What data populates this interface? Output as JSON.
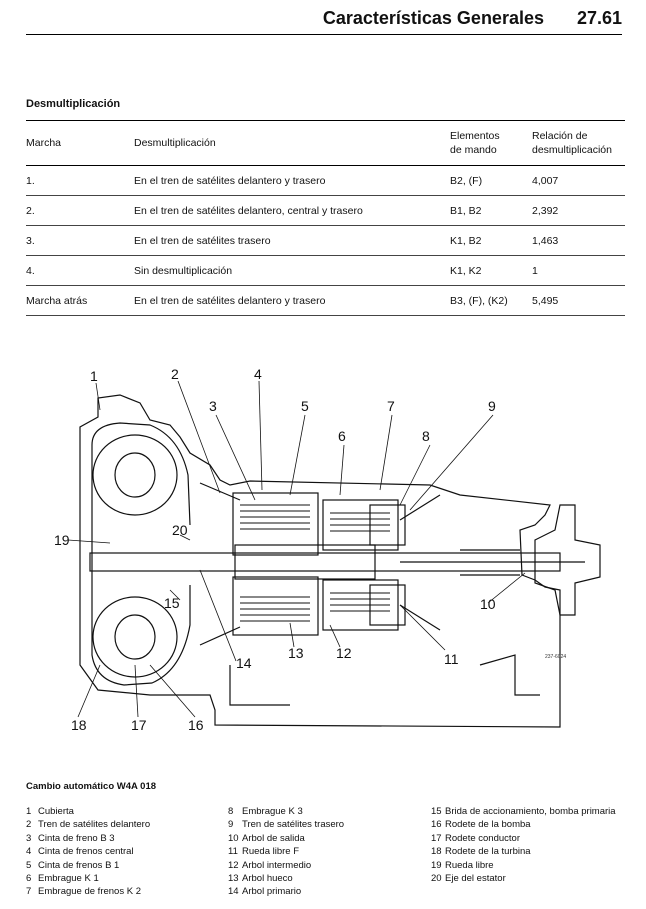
{
  "header": {
    "title": "Características Generales",
    "page_number": "27.61"
  },
  "section_title": "Desmultiplicación",
  "table": {
    "headers": [
      "Marcha",
      "Desmultiplicación",
      "Elementos\nde mando",
      "Relación de\ndesmultiplicación"
    ],
    "rows": [
      [
        "1.",
        "En el tren de satélites delantero y trasero",
        "B2, (F)",
        "4,007"
      ],
      [
        "2.",
        "En el tren de satélites delantero, central y trasero",
        "B1, B2",
        "2,392"
      ],
      [
        "3.",
        "En el tren de satélites trasero",
        "K1, B2",
        "1,463"
      ],
      [
        "4.",
        "Sin desmultiplicación",
        "K1, K2",
        "1"
      ],
      [
        "Marcha atrás",
        "En el tren de satélites delantero y trasero",
        "B3, (F), (K2)",
        "5,495"
      ]
    ]
  },
  "diagram": {
    "callouts": [
      "1",
      "2",
      "3",
      "4",
      "5",
      "6",
      "7",
      "8",
      "9",
      "10",
      "11",
      "12",
      "13",
      "14",
      "15",
      "16",
      "17",
      "18",
      "19",
      "20"
    ],
    "code": "237-6024"
  },
  "caption": "Cambio automático W4A 018",
  "legend": {
    "col1": [
      {
        "n": "1",
        "text": "Cubierta"
      },
      {
        "n": "2",
        "text": "Tren de satélites delantero"
      },
      {
        "n": "3",
        "text": "Cinta de freno B 3"
      },
      {
        "n": "4",
        "text": "Cinta de frenos central"
      },
      {
        "n": "5",
        "text": "Cinta de frenos B 1"
      },
      {
        "n": "6",
        "text": "Embrague K 1"
      },
      {
        "n": "7",
        "text": "Embrague de frenos K 2"
      }
    ],
    "col2": [
      {
        "n": "8",
        "text": "Embrague K 3"
      },
      {
        "n": "9",
        "text": "Tren de satélites trasero"
      },
      {
        "n": "10",
        "text": "Arbol de salida"
      },
      {
        "n": "11",
        "text": "Rueda libre F"
      },
      {
        "n": "12",
        "text": "Arbol intermedio"
      },
      {
        "n": "13",
        "text": "Arbol hueco"
      },
      {
        "n": "14",
        "text": "Arbol primario"
      }
    ],
    "col3": [
      {
        "n": "15",
        "text": "Brida de accionamiento, bomba primaria"
      },
      {
        "n": "16",
        "text": "Rodete de la bomba"
      },
      {
        "n": "17",
        "text": "Rodete conductor"
      },
      {
        "n": "18",
        "text": "Rodete de la turbina"
      },
      {
        "n": "19",
        "text": "Rueda libre"
      },
      {
        "n": "20",
        "text": "Eje del estator"
      }
    ]
  }
}
